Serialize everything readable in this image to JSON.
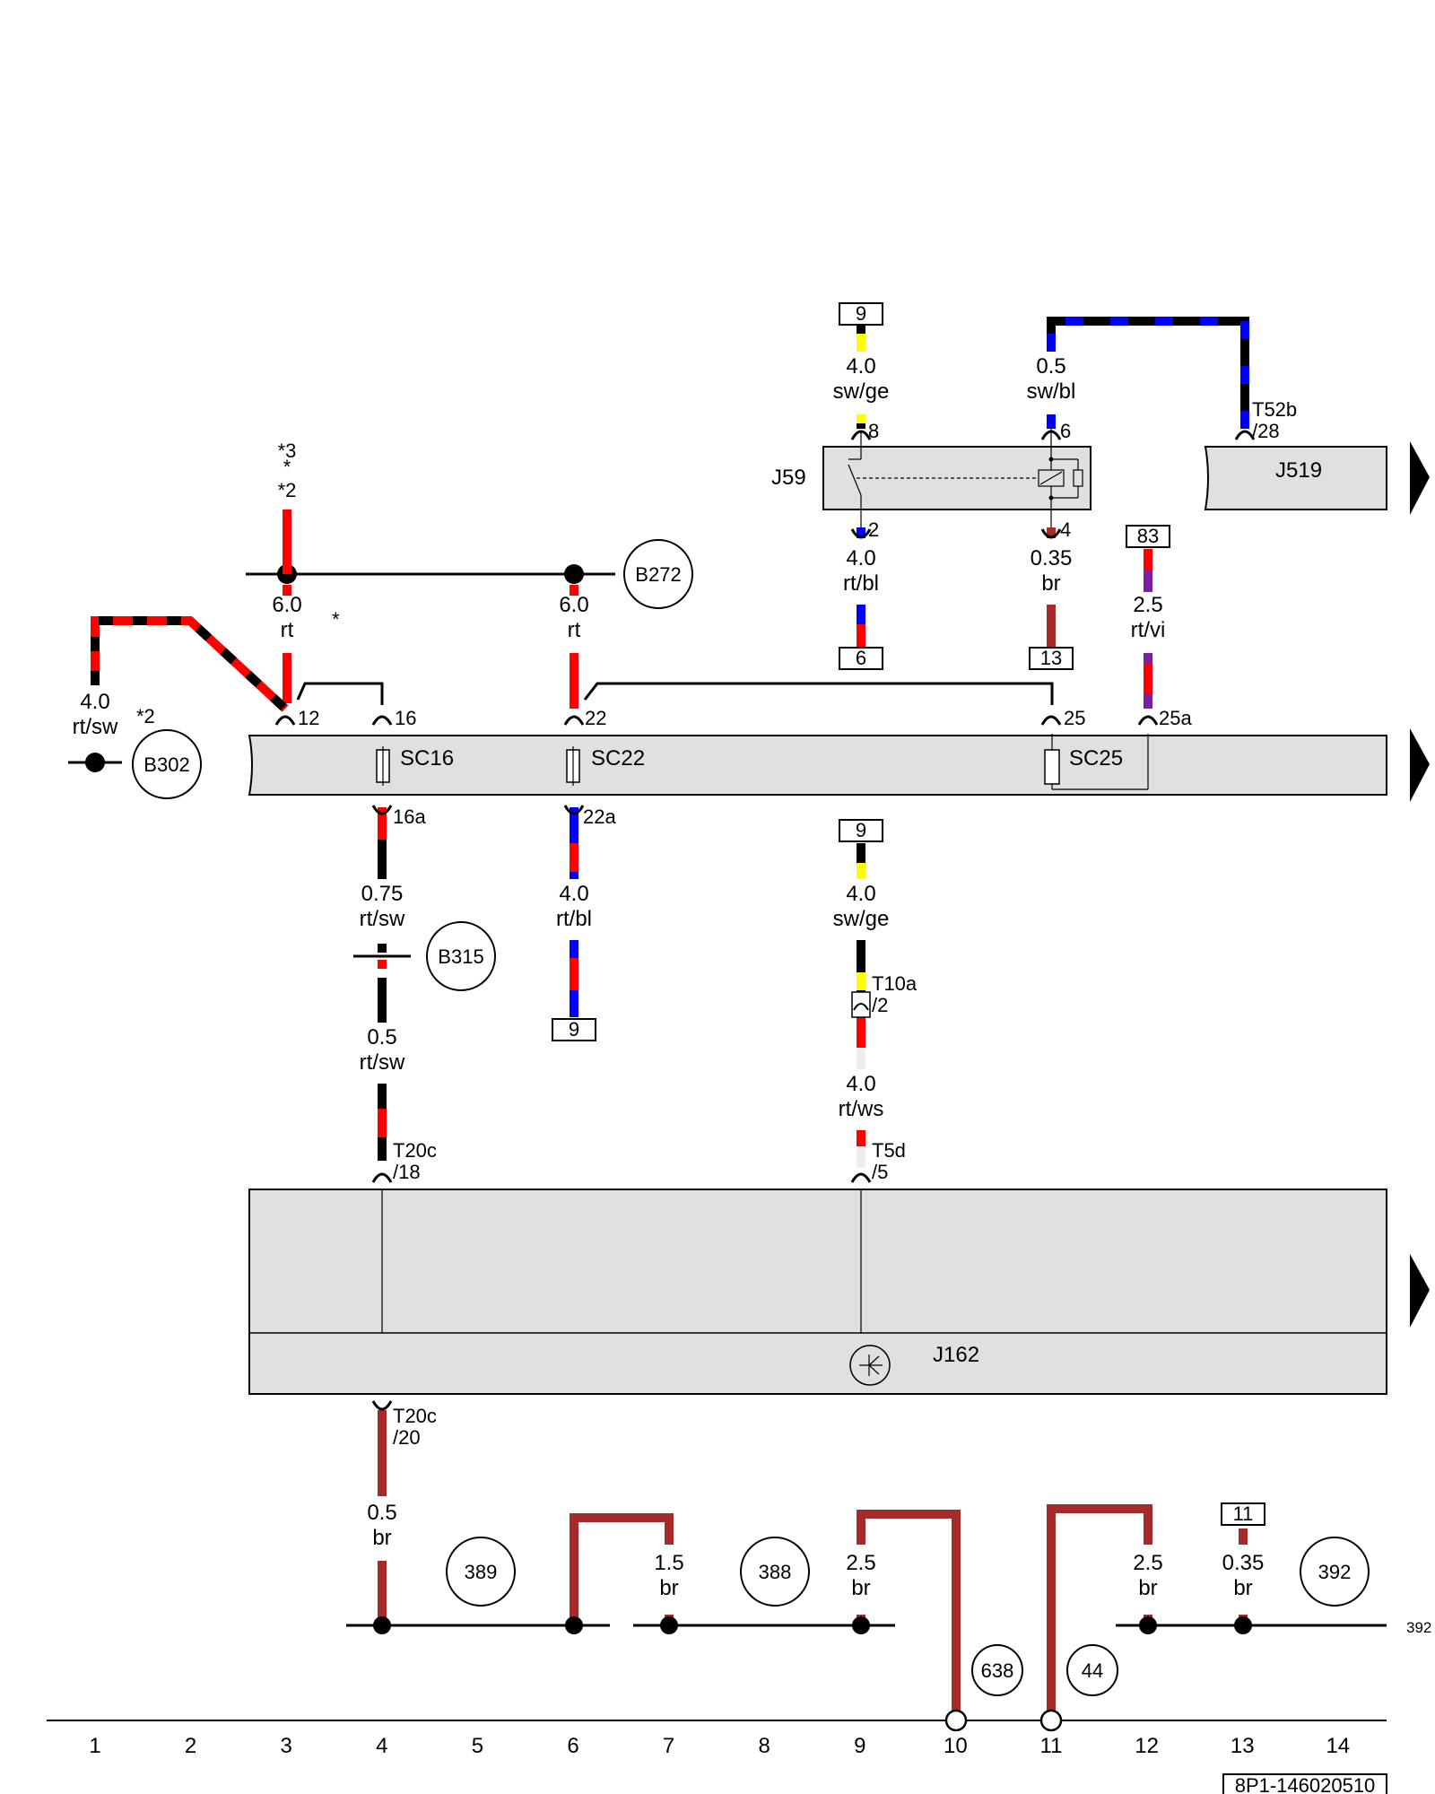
{
  "colors": {
    "red": "#ff0000",
    "black": "#000000",
    "blue": "#0000ff",
    "yellow": "#ffff00",
    "brown": "#a52a2a",
    "violet": "#7a1fa2",
    "white": "#ffffff",
    "component_fill": "#e0e0e0"
  },
  "components": {
    "j59": "J59",
    "j519": "J519",
    "j162": "J162",
    "sc16": "SC16",
    "sc22": "SC22",
    "sc25": "SC25"
  },
  "refs": {
    "b272": "B272",
    "b302": "B302",
    "b315": "B315",
    "r389": "389",
    "r388": "388",
    "r392": "392",
    "r638": "638",
    "r44": "44"
  },
  "boxes": {
    "b9_top": "9",
    "b6": "6",
    "b13": "13",
    "b83": "83",
    "b9_mid": "9",
    "b9_left": "9",
    "b11": "11"
  },
  "wires": {
    "w_sw_ge_top": {
      "gauge": "4.0",
      "color": "sw/ge"
    },
    "w_sw_bl": {
      "gauge": "0.5",
      "color": "sw/bl"
    },
    "w_rt_bl_top": {
      "gauge": "4.0",
      "color": "rt/bl"
    },
    "w_br_035_top": {
      "gauge": "0.35",
      "color": "br"
    },
    "w_rt_vi": {
      "gauge": "2.5",
      "color": "rt/vi"
    },
    "w_rt_3": {
      "gauge": "6.0",
      "color": "rt"
    },
    "w_rt_6": {
      "gauge": "6.0",
      "color": "rt"
    },
    "w_rt_sw_40": {
      "gauge": "4.0",
      "color": "rt/sw"
    },
    "w_rt_sw_075": {
      "gauge": "0.75",
      "color": "rt/sw"
    },
    "w_rt_bl_mid": {
      "gauge": "4.0",
      "color": "rt/bl"
    },
    "w_sw_ge_mid": {
      "gauge": "4.0",
      "color": "sw/ge"
    },
    "w_rt_sw_05": {
      "gauge": "0.5",
      "color": "rt/sw"
    },
    "w_rt_ws": {
      "gauge": "4.0",
      "color": "rt/ws"
    },
    "w_br_05": {
      "gauge": "0.5",
      "color": "br"
    },
    "w_br_15": {
      "gauge": "1.5",
      "color": "br"
    },
    "w_br_25a": {
      "gauge": "2.5",
      "color": "br"
    },
    "w_br_25b": {
      "gauge": "2.5",
      "color": "br"
    },
    "w_br_035": {
      "gauge": "0.35",
      "color": "br"
    }
  },
  "pins": {
    "p8": "8",
    "p6": "6",
    "p2": "2",
    "p4": "4",
    "t52b": "T52b",
    "t52b_pin": "/28",
    "p12": "12",
    "p16": "16",
    "p22": "22",
    "p25": "25",
    "p25a": "25a",
    "p16a": "16a",
    "p22a": "22a",
    "t10a": "T10a",
    "t10a_pin": "/2",
    "t5d": "T5d",
    "t5d_pin": "/5",
    "t20c_18": "T20c",
    "t20c_18_pin": "/18",
    "t20c_20": "T20c",
    "t20c_20_pin": "/20"
  },
  "notes": {
    "n3": "*3",
    "nstar": "*",
    "n2": "*2",
    "nstar2": "*",
    "n2b": "*2"
  },
  "grid": [
    "1",
    "2",
    "3",
    "4",
    "5",
    "6",
    "7",
    "8",
    "9",
    "10",
    "11",
    "12",
    "13",
    "14"
  ],
  "side_ref": "392",
  "doc_code": "8P1-146020510"
}
